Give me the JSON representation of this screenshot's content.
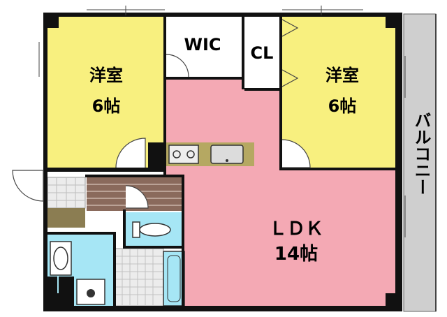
{
  "rooms": {
    "western_left": {
      "name": "洋室",
      "size": "6帖"
    },
    "western_right": {
      "name": "洋室",
      "size": "6帖"
    },
    "wic": {
      "name": "WIC"
    },
    "closet": {
      "name": "CL"
    },
    "ldk": {
      "name": "ＬＤＫ",
      "size": "14帖"
    },
    "balcony": {
      "name": "バルコニー"
    }
  },
  "colors": {
    "western_room": "#f8f07f",
    "ldk": "#f4a9b4",
    "wet_area": "#a6e6f5",
    "balcony": "#cfcfcf",
    "wall": "#111111",
    "hall_stairs": "#8a6a5c",
    "entrance_tile": "#e9e9e9",
    "kitchen_counter": "#b5a862"
  }
}
